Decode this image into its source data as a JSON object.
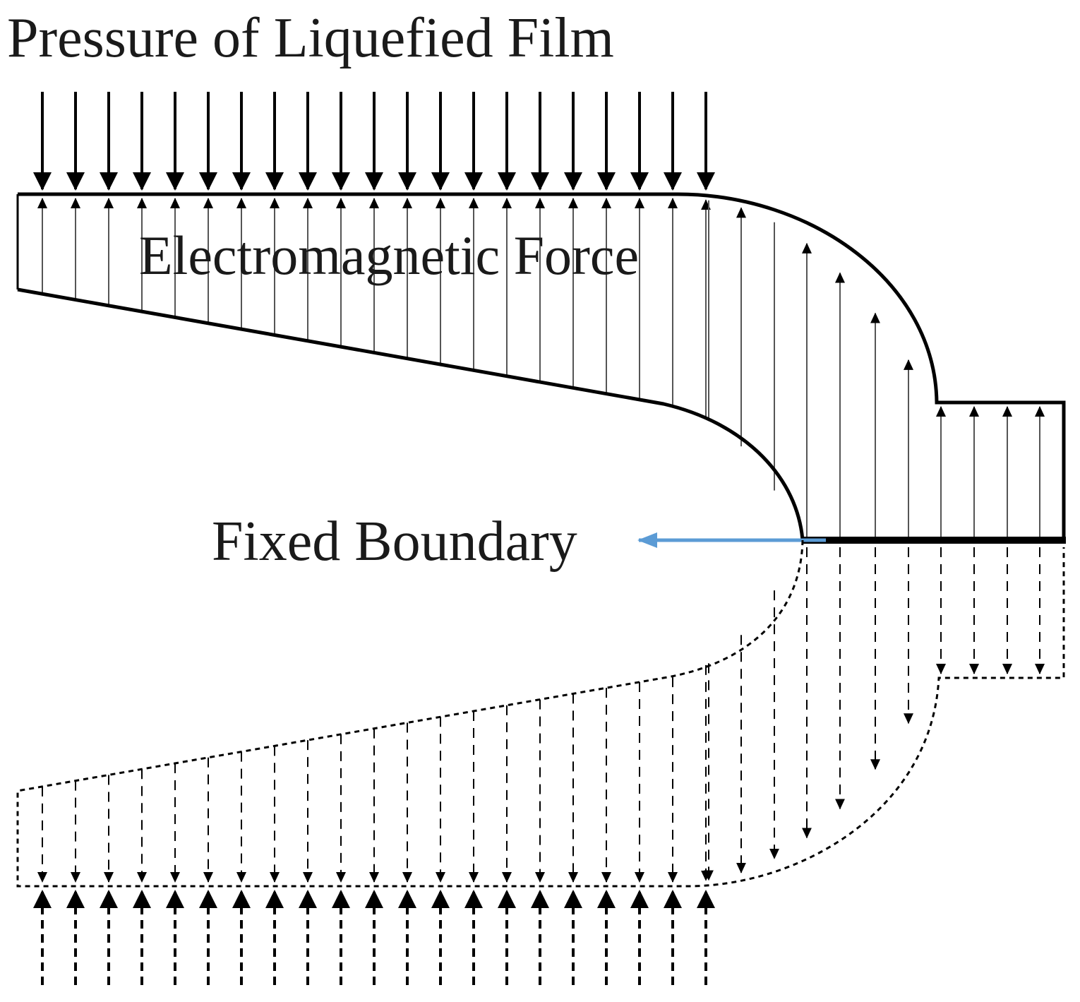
{
  "labels": {
    "pressure": "Pressure of Liquefied Film",
    "electromagnetic": "Electromagnetic Force",
    "fixed_boundary": "Fixed Boundary"
  },
  "colors": {
    "ink": "#000000",
    "force_line": "#555555",
    "pointer_arrow": "#5b9bd5"
  }
}
